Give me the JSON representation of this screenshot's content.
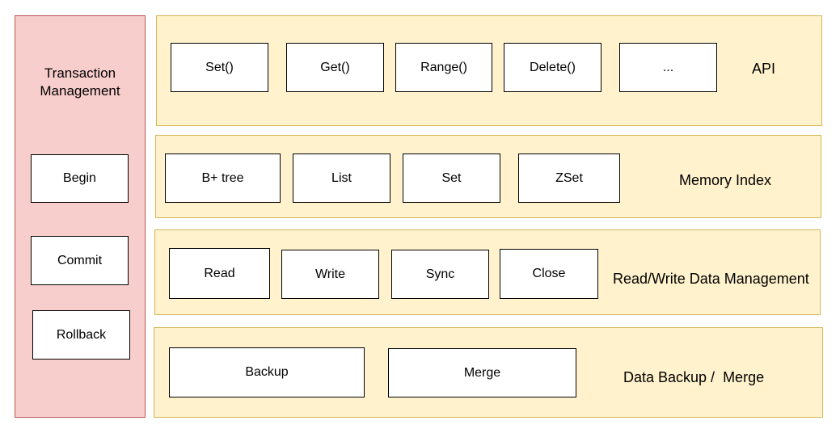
{
  "transaction": {
    "title_line1": "Transaction",
    "title_line2": "Management",
    "begin": "Begin",
    "commit": "Commit",
    "rollback": "Rollback"
  },
  "api_layer": {
    "label": "API",
    "items": [
      "Set()",
      "Get()",
      "Range()",
      "Delete()",
      "..."
    ]
  },
  "index_layer": {
    "label": "Memory Index",
    "items": [
      "B+ tree",
      "List",
      "Set",
      "ZSet"
    ]
  },
  "rw_layer": {
    "label": "Read/Write Data Management",
    "items": [
      "Read",
      "Write",
      "Sync",
      "Close"
    ]
  },
  "backup_layer": {
    "label": "Data Backup /  Merge",
    "items": [
      "Backup",
      "Merge"
    ]
  },
  "colors": {
    "transaction_fill": "#f8cecc",
    "transaction_stroke": "#b85450",
    "layer_fill": "#fff2cc",
    "layer_stroke": "#d6b656"
  }
}
